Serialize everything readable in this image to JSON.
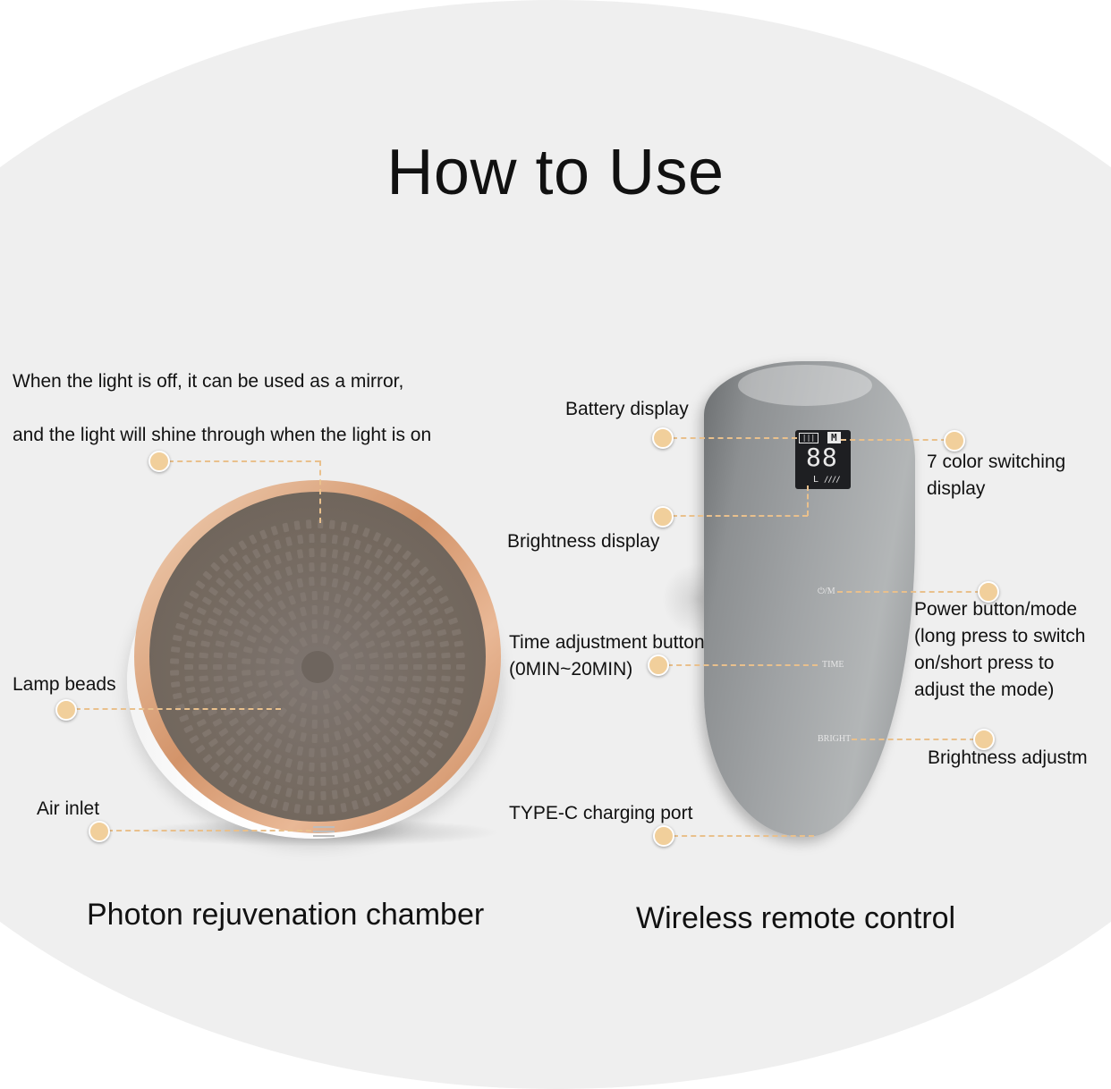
{
  "title": "How to Use",
  "chamber": {
    "mirror_note_line1": "When the light is off, it can be used as a mirror,",
    "mirror_note_line2": "and the light will shine through when the light is on",
    "lamp_beads": "Lamp beads",
    "air_inlet": "Air inlet",
    "caption": "Photon rejuvenation chamber"
  },
  "remote": {
    "battery_display": "Battery display",
    "color_switching_line1": "7 color switching",
    "color_switching_line2": "display",
    "brightness_display": "Brightness display",
    "time_button_line1": "Time adjustment button",
    "time_button_line2": "(0MIN~20MIN)",
    "power_line1": "Power button/mode",
    "power_line2": "(long press to switch",
    "power_line3": "on/short press to",
    "power_line4": "adjust the mode)",
    "brightness_adjust": "Brightness adjustm",
    "typec_port": "TYPE-C charging port",
    "caption": "Wireless remote control",
    "screen": {
      "mode_letter": "M",
      "digits": "88",
      "level_letter": "L"
    },
    "button_marks": {
      "power": "⏻/M",
      "time": "TIME",
      "bright": "BRIGHT"
    }
  },
  "colors": {
    "marker": "#f1cf9b",
    "leader_line": "#e9c08c",
    "rim_gold": "#d3946a",
    "background": "#efefef"
  }
}
